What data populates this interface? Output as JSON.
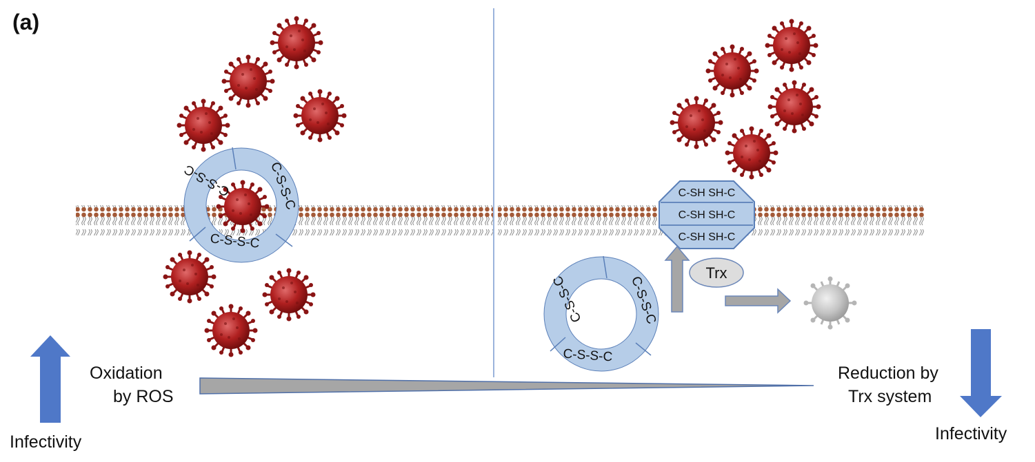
{
  "panel_label": "(a)",
  "left_panel": {
    "receptor_labels": [
      "C-S-S-C",
      "C-S-S-C",
      "C-S-S-C"
    ],
    "caption_line1": "Oxidation",
    "caption_line2": "by ROS",
    "infectivity_label": "Infectivity",
    "arrow_direction": "up"
  },
  "right_panel": {
    "reduced_labels": [
      "C-SH SH-C",
      "C-SH SH-C",
      "C-SH SH-C"
    ],
    "receptor_labels": [
      "C-S-S-C",
      "C-S-S-C",
      "C-S-S-C"
    ],
    "trx_label": "Trx",
    "caption_line1": "Reduction by",
    "caption_line2": "Trx system",
    "infectivity_label": "Infectivity",
    "arrow_direction": "down"
  },
  "colors": {
    "virus": "#a01818",
    "virus_inactive": "#bbbbbb",
    "receptor_fill": "#b6cde8",
    "receptor_stroke": "#5a7fb8",
    "arrow_blue": "#4f78c8",
    "membrane_head": "#a05a3a",
    "divider": "#7a9bd0",
    "gray_arrow": "#a6a6a6"
  }
}
